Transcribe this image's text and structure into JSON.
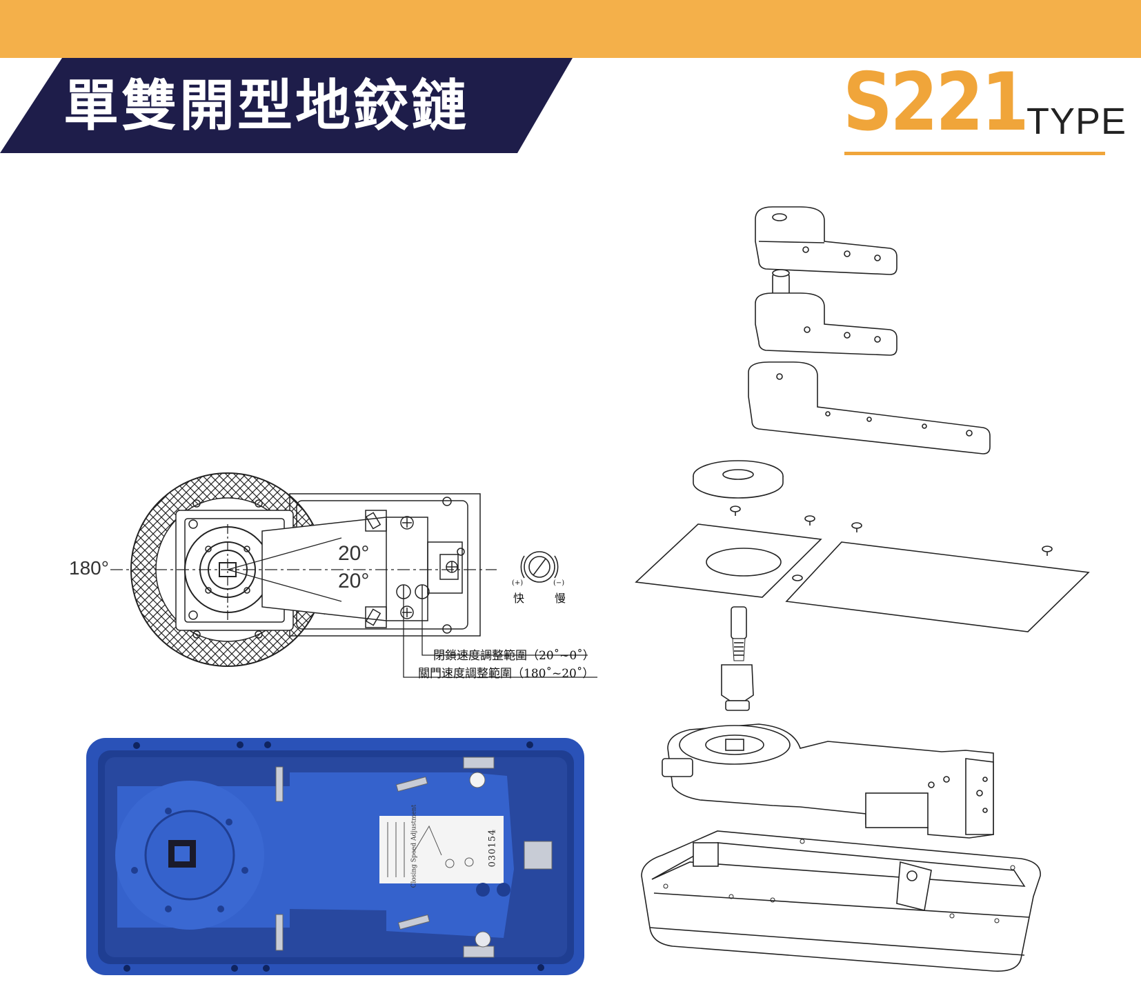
{
  "header": {
    "title": "單雙開型地鉸鏈",
    "model": "S221",
    "type_label": "TYPE"
  },
  "diagram": {
    "angle_180": "180°",
    "angle_20_top": "20°",
    "angle_20_bottom": "20°",
    "plus_label": "(+)",
    "minus_label": "(−)",
    "fast_label": "快",
    "slow_label": "慢",
    "latch_speed_range": "閉鎖速度調整範圍（20˚~0˚）",
    "closing_speed_range": "關門速度調整範圍（180˚~20˚）"
  },
  "product_photo": {
    "label_text": "Closing Speed Adjustment",
    "serial": "030154"
  },
  "colors": {
    "top_band": "#f4b04a",
    "banner": "#1e1d4a",
    "accent": "#f0a53a",
    "product_blue": "#2a52b8"
  }
}
